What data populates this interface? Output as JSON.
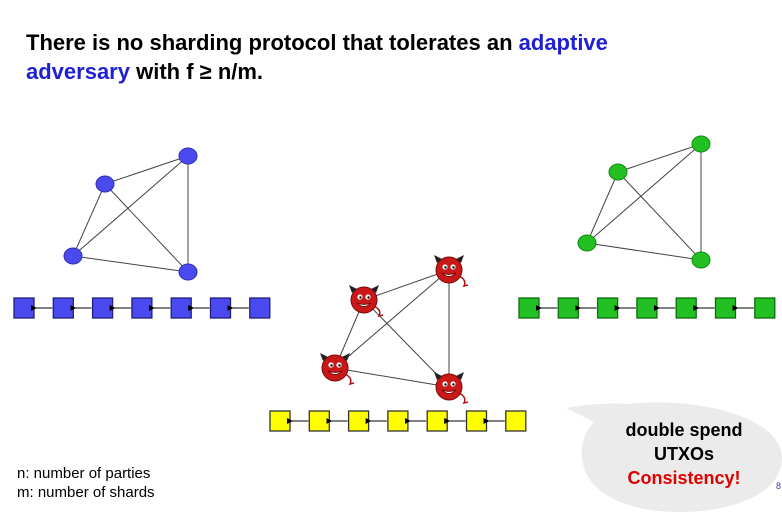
{
  "title": {
    "part1": "There is no sharding protocol that tolerates an ",
    "highlight1": "adaptive",
    "line_break_word": "adversary",
    "part2": " with f ≥ n/m."
  },
  "legend": {
    "line1": "n: number of parties",
    "line2": "m: number of shards"
  },
  "callout": {
    "line1": "double spend",
    "line2": "UTXOs",
    "line3": "Consistency!"
  },
  "slide_number": "8",
  "colors": {
    "shard_blue": "#4a4af0",
    "shard_green": "#22c022",
    "shard_yellow": "#ffff00",
    "highlight": "#1f1fd6",
    "alert": "#e00000",
    "adversary": "#c81818",
    "callout_bg": "#ebebeb"
  },
  "shards": [
    {
      "name": "honest-blue",
      "node_shape": "circle",
      "chain_blocks": 7
    },
    {
      "name": "corrupted-yellow",
      "node_shape": "devil-icon",
      "chain_blocks": 7
    },
    {
      "name": "honest-green",
      "node_shape": "circle",
      "chain_blocks": 7
    }
  ]
}
